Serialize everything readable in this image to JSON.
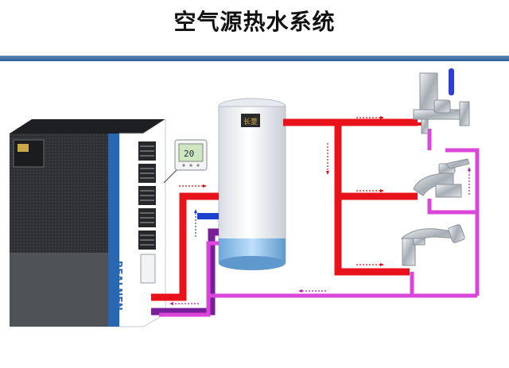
{
  "title": "空气源热水系统",
  "heat_pump": {
    "brand": "REALNEN"
  },
  "tank": {
    "label": "长菱"
  },
  "controller": {
    "display": "20"
  },
  "colors": {
    "hot_water": "#e8121b",
    "cold_return": "#d946d9",
    "supply_purple": "#7a1f9a",
    "cold_inlet": "#1f3fd1",
    "header": "#2f5f93",
    "unit_body": "#3a3c40",
    "unit_side": "#ffffff",
    "accent_blue": "#2a67b1"
  }
}
